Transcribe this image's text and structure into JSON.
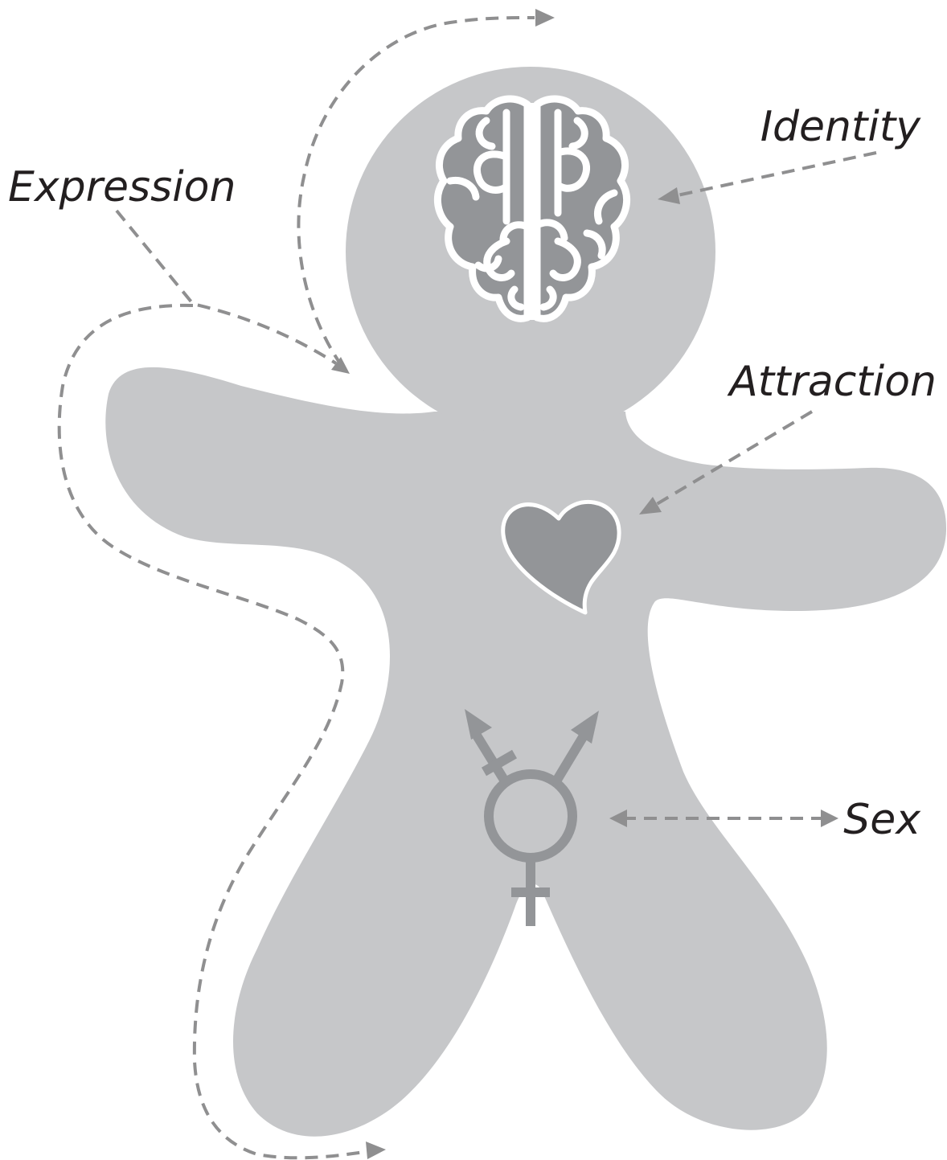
{
  "labels": {
    "identity": "Identity",
    "expression": "Expression",
    "attraction": "Attraction",
    "sex": "Sex"
  },
  "icons": {
    "brain": "brain-icon",
    "heart": "heart-icon",
    "gender_symbol": "transgender-symbol-icon"
  },
  "colors": {
    "body_fill": "#c6c7c9",
    "icon_fill": "#939598",
    "icon_outline": "#ffffff",
    "arrow": "#8f8f90",
    "text": "#231f20"
  }
}
